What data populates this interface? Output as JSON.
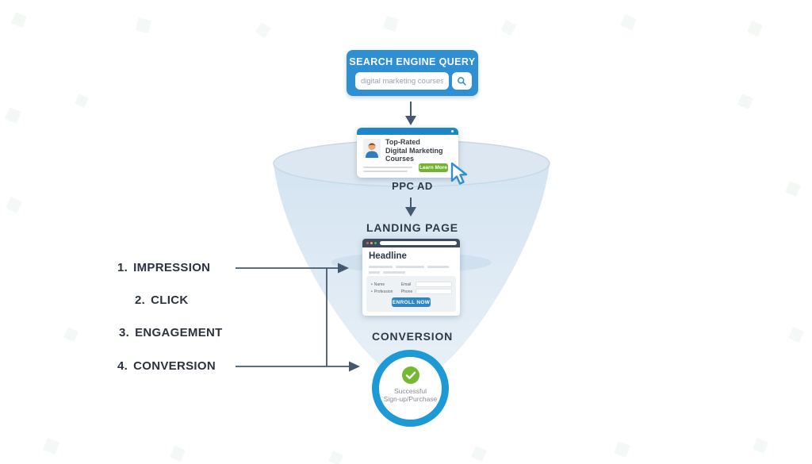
{
  "search_box": {
    "title": "SEARCH ENGINE QUERY",
    "placeholder": "digital marketing courses"
  },
  "ppc_ad": {
    "headline_lines": [
      "Top-Rated",
      "Digital Marketing",
      "Courses"
    ],
    "cta": "Learn More",
    "label": "PPC AD"
  },
  "landing_page": {
    "label": "LANDING PAGE",
    "headline": "Headline",
    "form": {
      "bullet": "•",
      "rows": [
        {
          "left": "Name",
          "right": "Email"
        },
        {
          "left": "Profession",
          "right": "Phone"
        }
      ],
      "cta": "ENROLL NOW"
    }
  },
  "conversion": {
    "label": "CONVERSION",
    "line1": "Successful",
    "line2": "Sign-up/Purchase"
  },
  "stages": [
    {
      "num": "1.",
      "label": "IMPRESSION"
    },
    {
      "num": "2.",
      "label": "CLICK"
    },
    {
      "num": "3.",
      "label": "ENGAGEMENT"
    },
    {
      "num": "4.",
      "label": "CONVERSION"
    }
  ],
  "colors": {
    "primary_blue": "#2e8fd2",
    "ad_header_blue": "#1e86ca",
    "cta_green": "#74b32f",
    "enroll_blue": "#2d86c9",
    "ring_blue": "#1d9ad6",
    "check_green": "#76b832",
    "funnel_blue": "#d9e7f3",
    "arrow_slate": "#44586e",
    "label_dark": "#2e3a48"
  }
}
